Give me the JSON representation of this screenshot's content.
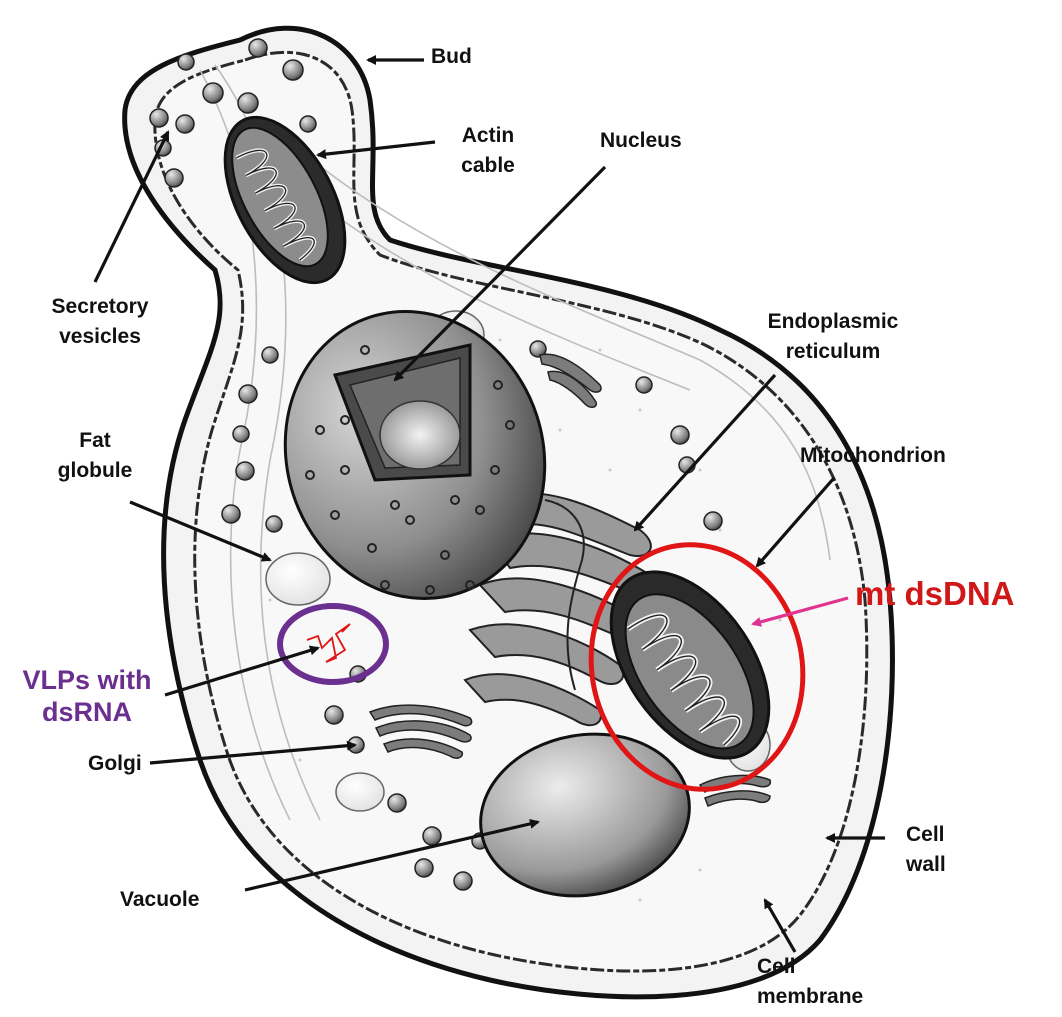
{
  "labels": {
    "bud": "Bud",
    "actin_1": "Actin",
    "actin_2": "cable",
    "nucleus": "Nucleus",
    "secretory_1": "Secretory",
    "secretory_2": "vesicles",
    "er_1": "Endoplasmic",
    "er_2": "reticulum",
    "fat_1": "Fat",
    "fat_2": "globule",
    "mitochondrion": "Mitochondrion",
    "mt_dsdna": "mt dsDNA",
    "vlp_1": "VLPs with",
    "vlp_2": "dsRNA",
    "golgi": "Golgi",
    "vacuole": "Vacuole",
    "cell_wall_1": "Cell",
    "cell_wall_2": "wall",
    "cell_membrane_1": "Cell",
    "cell_membrane_2": "membrane"
  },
  "colors": {
    "vlp_highlight": "#6b2f8f",
    "mitochondrion_highlight": "#e01515",
    "mt_dsdna_arrow": "#e0338f",
    "vlp_particle": "#e01515"
  }
}
